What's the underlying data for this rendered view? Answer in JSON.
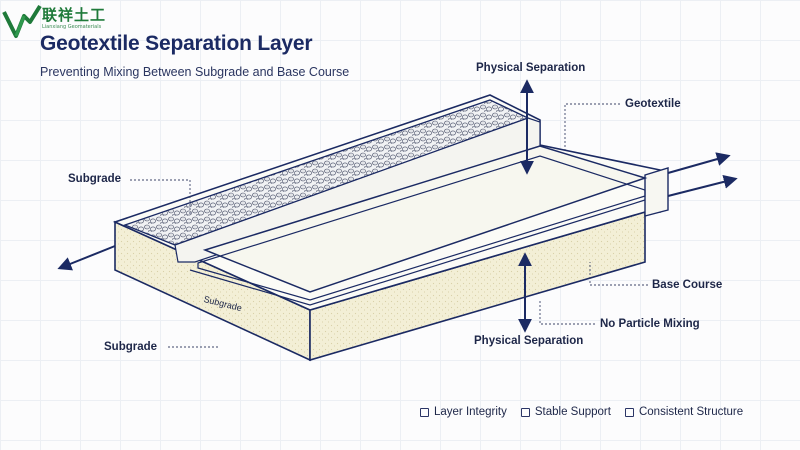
{
  "logo": {
    "name_cn": "联祥土工",
    "name_en": "Lianxiang Geomaterials",
    "color": "#1f7a3a"
  },
  "title": "Geotextile Separation Layer",
  "subtitle": "Preventing Mixing Between Subgrade and Base Course",
  "labels": {
    "physical_separation_top": "Physical Separation",
    "geotextile": "Geotextile",
    "subgrade_left_top": "Subgrade",
    "subgrade_block": "Subgrade",
    "subgrade_left_bottom": "Subgrade",
    "base_course": "Base Course",
    "no_particle_mixing": "No Particle Mixing",
    "physical_separation_bottom": "Physical Separation"
  },
  "footer": {
    "items": [
      "Layer Integrity",
      "Stable Support",
      "Consistent Structure"
    ]
  },
  "colors": {
    "navy": "#1b2a63",
    "sand": "#f3efd6",
    "geotextile": "#f6f6ee"
  }
}
